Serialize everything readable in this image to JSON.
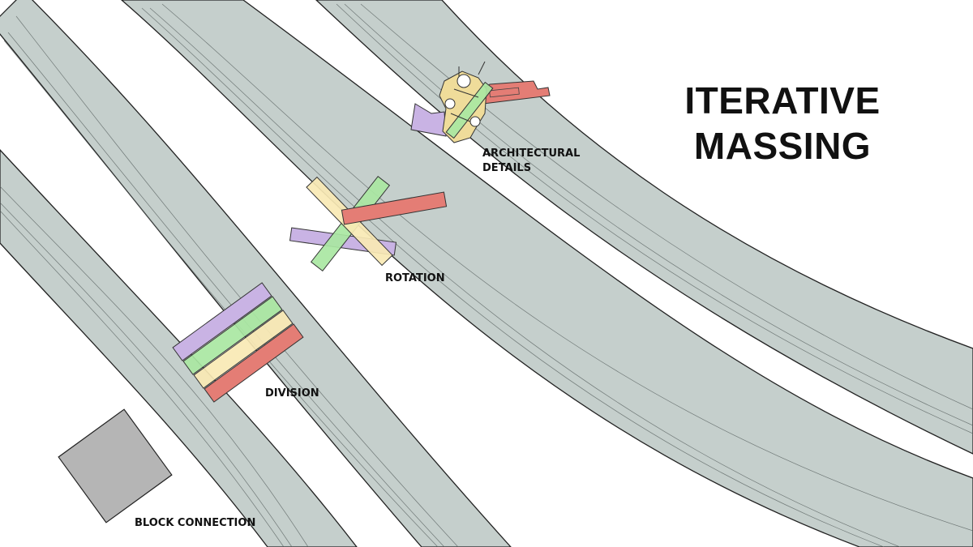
{
  "title": {
    "line1": "ITERATIVE",
    "line2": "MASSING"
  },
  "stages": {
    "block_connection": "BLOCK CONNECTION",
    "division": "DIVISION",
    "rotation": "ROTATION",
    "architectural_details_line1": "ARCHITECTURAL",
    "architectural_details_line2": "DETAILS"
  },
  "colors": {
    "band_fill": "#c5cfcc",
    "band_stroke": "#222222",
    "block_gray": "#b5b5b5",
    "purple": "#c9b3e4",
    "green": "#a9e7a2",
    "yellow": "#f8e9b4",
    "red": "#e47d75",
    "detail_yellow": "#efdc9a"
  }
}
